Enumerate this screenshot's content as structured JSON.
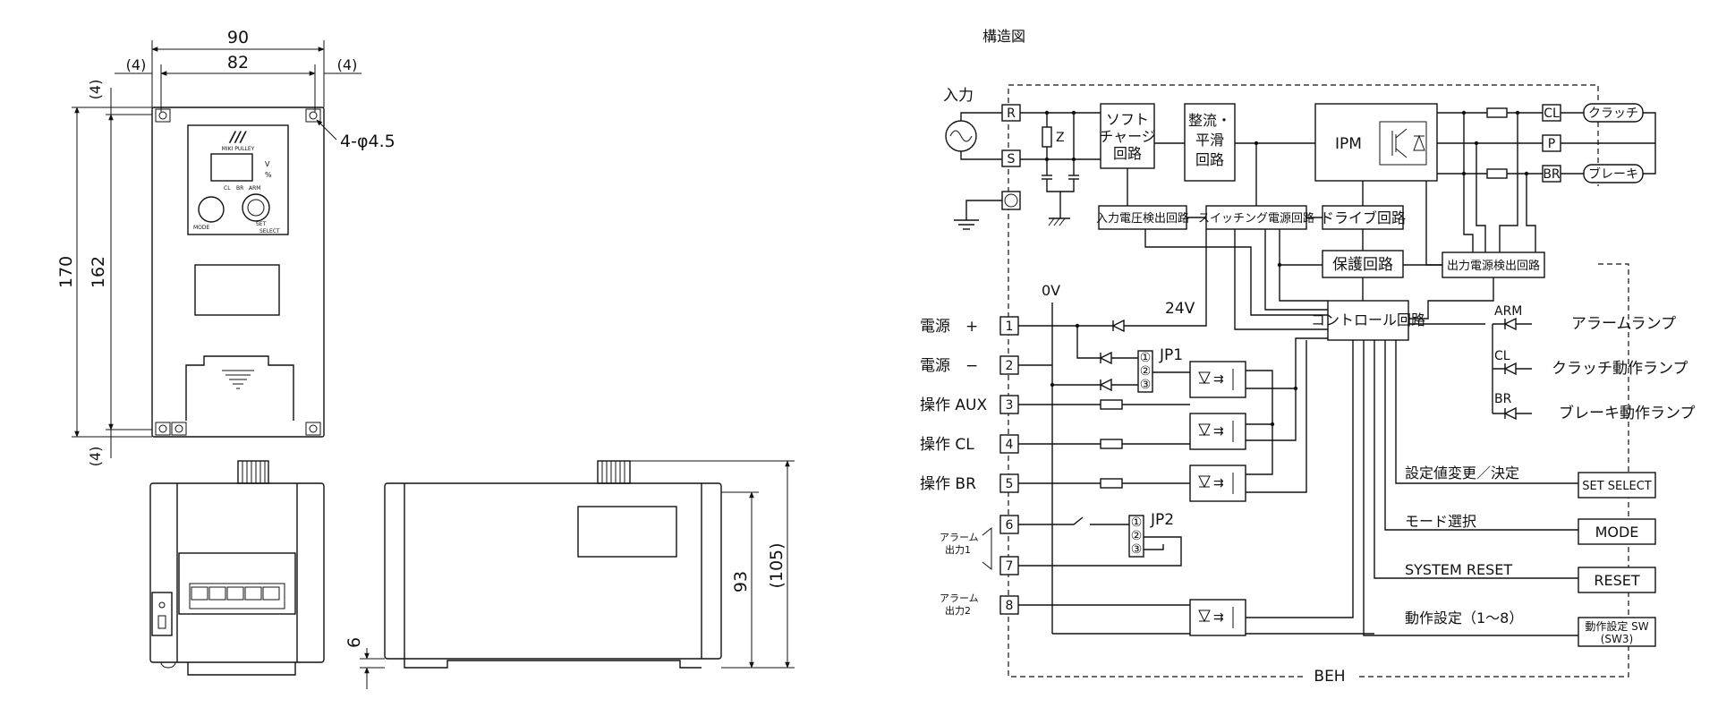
{
  "left_drawing": {
    "dims": {
      "overall_width": "90",
      "inner_width": "82",
      "side_left": "(4)",
      "side_right": "(4)",
      "overall_height": "170",
      "inner_height": "162",
      "top_margin": "(4)",
      "bottom_margin": "(4)",
      "hole": "4-φ4.5",
      "depth": "93",
      "depth_total": "(105)",
      "foot": "6"
    },
    "panel": {
      "brand": "MIKI PULLEY",
      "v_label": "V",
      "pct_label": "%",
      "lamp_labels": [
        "CL",
        "BR",
        "ARM"
      ],
      "mode_label": "MODE",
      "set_label": "SET",
      "select_label": "SELECT"
    }
  },
  "diagram": {
    "title": "構造図",
    "input_label": "入力",
    "terminals_in": [
      "R",
      "S"
    ],
    "terminals_out": [
      "CL",
      "P",
      "BR"
    ],
    "out_clutch": "クラッチ",
    "out_brake": "ブレーキ",
    "blocks": {
      "soft_charge": [
        "ソフト",
        "チャージ",
        "回路"
      ],
      "rectifier": [
        "整流・",
        "平滑",
        "回路"
      ],
      "ipm": "IPM",
      "input_detect": "入力電圧検出回路",
      "switching_ps": "スイッチング電源回路",
      "drive": "ドライブ回路",
      "protect": "保護回路",
      "output_detect": "出力電源検出回路",
      "control": "コントロール回路"
    },
    "z_label": "Z",
    "ov": "0V",
    "v24": "24V",
    "jp1": "JP1",
    "jp2": "JP2",
    "jp_pins": [
      "①",
      "②",
      "③"
    ],
    "io": [
      {
        "label": "電源　+",
        "num": "1"
      },
      {
        "label": "電源　−",
        "num": "2"
      },
      {
        "label": "操作 AUX",
        "num": "3"
      },
      {
        "label": "操作 CL",
        "num": "4"
      },
      {
        "label": "操作 BR",
        "num": "5"
      },
      {
        "label": "",
        "num": "6"
      },
      {
        "label": "",
        "num": "7"
      },
      {
        "label": "",
        "num": "8"
      }
    ],
    "alarm1": [
      "アラーム",
      "出力1"
    ],
    "alarm2": [
      "アラーム",
      "出力2"
    ],
    "lamps": [
      {
        "tag": "ARM",
        "label": "アラームランプ"
      },
      {
        "tag": "CL",
        "label": "クラッチ動作ランプ"
      },
      {
        "tag": "BR",
        "label": "ブレーキ動作ランプ"
      }
    ],
    "settings": [
      {
        "label": "設定値変更／決定",
        "button": "SET SELECT"
      },
      {
        "label": "モード選択",
        "button": "MODE"
      },
      {
        "label": "SYSTEM RESET",
        "button": "RESET"
      },
      {
        "label": "動作設定（1～8）",
        "button": "動作設定 SW",
        "button2": "(SW3)"
      }
    ],
    "footer": "BEH"
  }
}
